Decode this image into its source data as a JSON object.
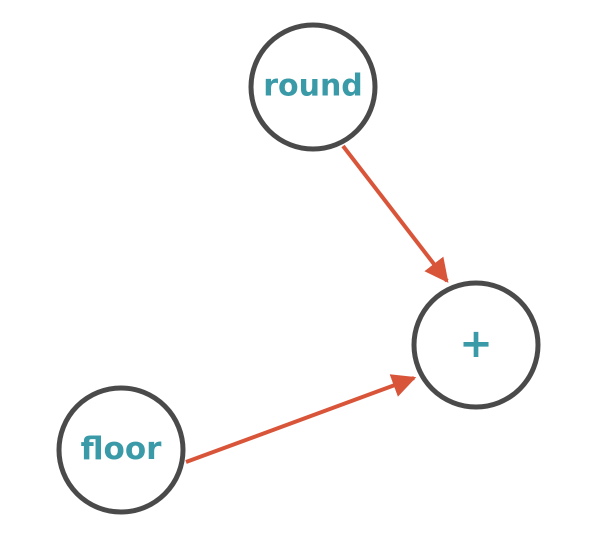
{
  "colors": {
    "node_stroke": "#4a4a4a",
    "label": "#3a9aa8",
    "edge": "#d9553a"
  },
  "nodes": [
    {
      "id": "round",
      "label": "round"
    },
    {
      "id": "plus",
      "label": "+"
    },
    {
      "id": "floor",
      "label": "floor"
    }
  ],
  "edges": [
    {
      "from": "round",
      "to": "plus"
    },
    {
      "from": "floor",
      "to": "plus"
    }
  ]
}
